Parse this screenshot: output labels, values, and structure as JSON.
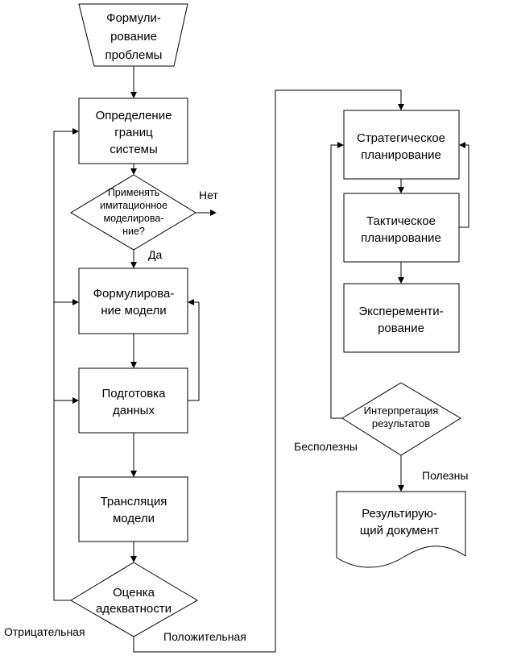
{
  "nodes": {
    "problem": [
      "Формули-",
      "рование",
      "проблемы"
    ],
    "boundaries": [
      "Определение",
      "границ",
      "системы"
    ],
    "apply_sim": [
      "Применять",
      "имитационное",
      "моделирова-",
      "ние?"
    ],
    "model": [
      "Формулирова-",
      "ние модели"
    ],
    "data": [
      "Подготовка",
      "данных"
    ],
    "translation": [
      "Трансляция",
      "модели"
    ],
    "adequacy": [
      "Оценка",
      "адекватности"
    ],
    "strategic": [
      "Стратегическое",
      "планирование"
    ],
    "tactical": [
      "Тактическое",
      "планирование"
    ],
    "experiment": [
      "Эксперементи-",
      "рование"
    ],
    "interpretation": [
      "Интерпретация",
      "результатов"
    ],
    "document": [
      "Результирую-",
      "щий документ"
    ]
  },
  "labels": {
    "no": "Нет",
    "yes": "Да",
    "useless": "Бесполезны",
    "useful": "Полезны",
    "negative": "Отрицательная",
    "positive": "Положительная"
  }
}
